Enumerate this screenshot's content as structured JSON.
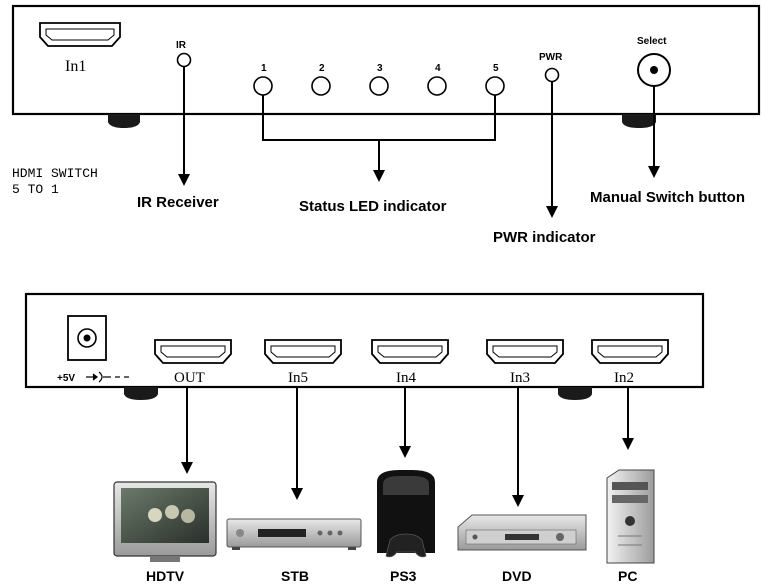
{
  "front_panel": {
    "in1_label": "In1",
    "ir_label": "IR",
    "led_numbers": [
      "1",
      "2",
      "3",
      "4",
      "5"
    ],
    "pwr_label": "PWR",
    "select_label": "Select"
  },
  "product_text": {
    "line1": "HDMI SWITCH",
    "line2": "5 TO 1"
  },
  "callouts": {
    "ir_receiver": "IR Receiver",
    "status_led": "Status LED indicator",
    "pwr_indicator": "PWR indicator",
    "manual_switch": "Manual Switch button"
  },
  "rear_panel": {
    "power_label": "+5V",
    "ports": [
      "OUT",
      "In5",
      "In4",
      "In3",
      "In2"
    ]
  },
  "devices": [
    "HDTV",
    "STB",
    "PS3",
    "DVD",
    "PC"
  ]
}
